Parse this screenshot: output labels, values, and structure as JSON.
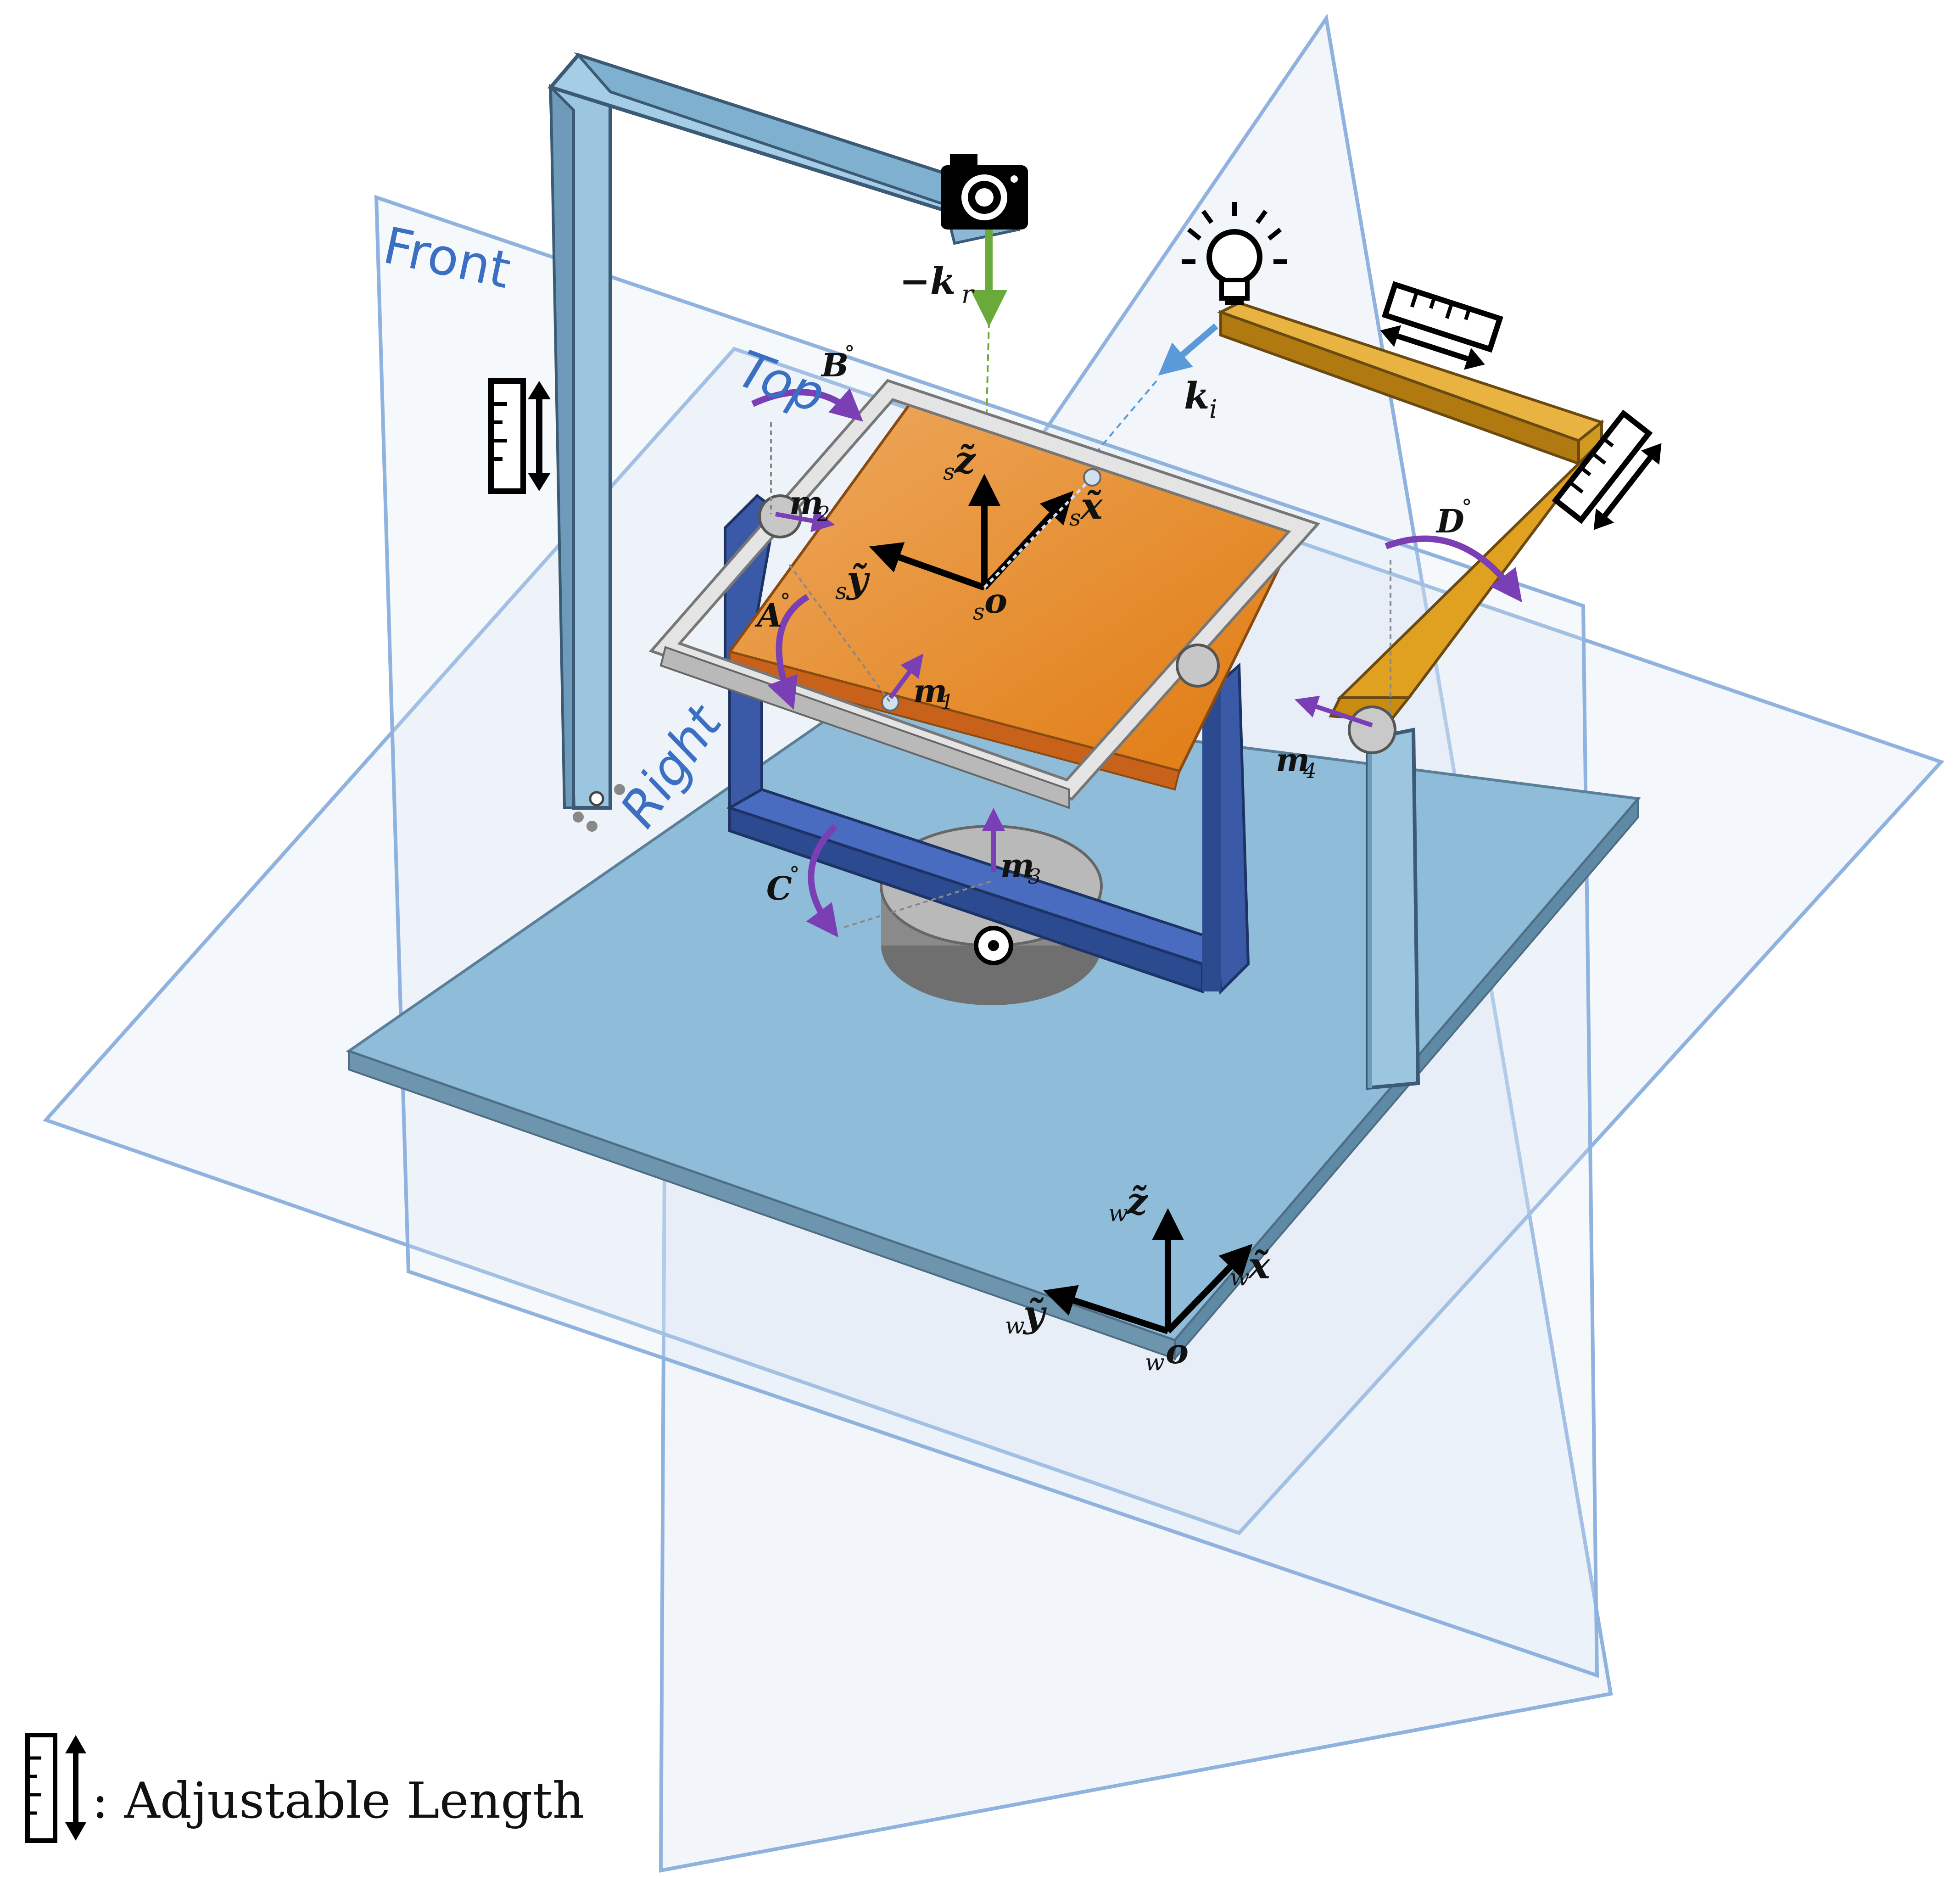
{
  "planes": {
    "front": "Front",
    "top": "Top",
    "right": "Right"
  },
  "labels": {
    "cam_vec": "−k",
    "cam_vec_sub": "r",
    "light_vec": "k",
    "light_vec_sub": "i",
    "angle_a": "A",
    "angle_b": "B",
    "angle_c": "C",
    "angle_d": "D",
    "deg": "°",
    "m1": "m",
    "m1_sub": "1",
    "m2": "m",
    "m2_sub": "2",
    "m3": "m",
    "m3_sub": "3",
    "m4": "m",
    "m4_sub": "4",
    "s_pre": "s",
    "w_pre": "w",
    "axis_x": "x̃",
    "axis_y": "ỹ",
    "axis_z": "z̃",
    "origin": "o"
  },
  "legend": {
    "text": ": Adjustable Length"
  },
  "icons": {
    "camera": "camera-icon",
    "light": "lightbulb-icon",
    "ruler": "ruler-icon"
  },
  "colors": {
    "plane_stroke": "#8fb3de",
    "plane_fill": "#dbe6f3",
    "base_plate": "#8fbcd8",
    "post": "#9cc6e0",
    "sample": "#e88a2e",
    "frame": "#d6d6d6",
    "gimbal": "#3a5aa8",
    "arm": "#e0a020",
    "rotation": "#7b3fb5",
    "camera_ray": "#6aaa3a",
    "light_ray": "#5a9ad8"
  }
}
